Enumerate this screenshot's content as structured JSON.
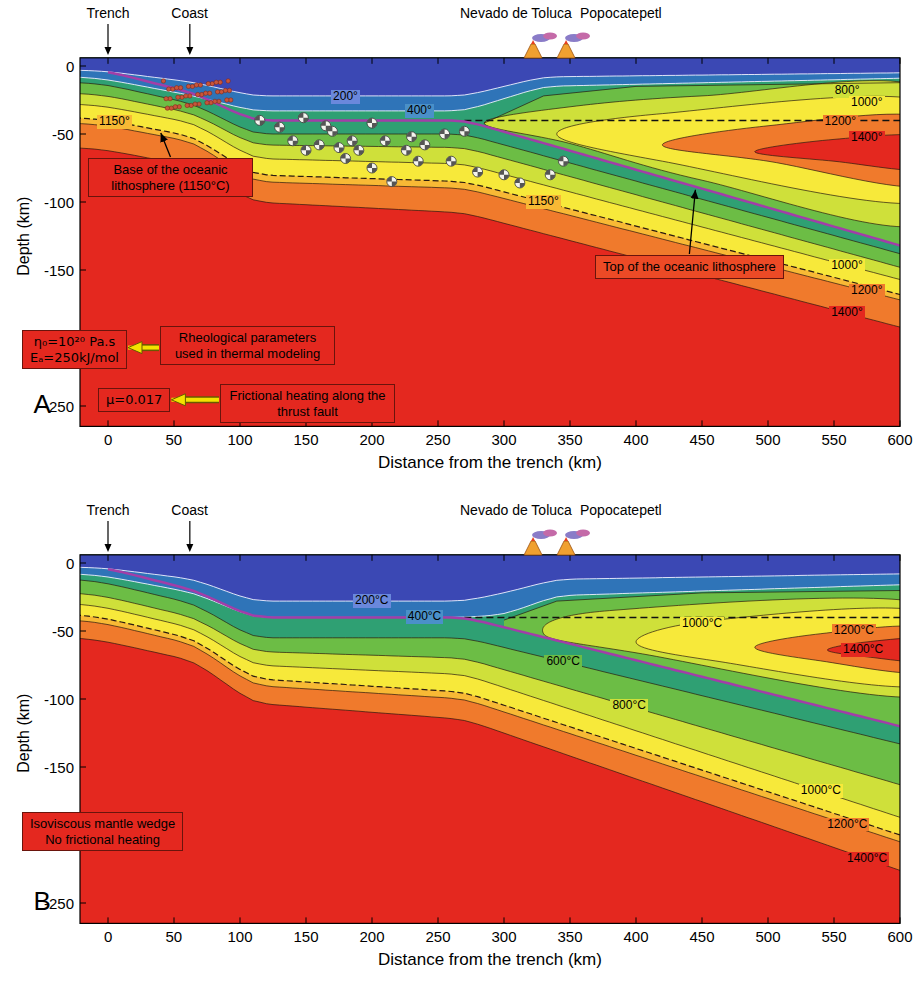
{
  "diagram": {
    "nodes": [
      {
        "text": [
          "Base of the oceanic lithosphere (1150°C)"
        ]
      },
      {
        "text": [
          "Top of the oceanic lithosphere"
        ]
      },
      {
        "text": [
          "η₀=10²⁰ Pa.s",
          "Eₐ=250kJ/mol"
        ]
      },
      {
        "text": [
          "Rheological parameters used in thermal modeling"
        ]
      },
      {
        "text": [
          "μ=0.017"
        ]
      },
      {
        "text": [
          "Frictional heating along the thrust fault"
        ]
      },
      {
        "text": [
          "Isoviscous mantle wedge",
          "No frictional heating"
        ]
      }
    ],
    "edges": [
      {
        "from": 3,
        "to": 2,
        "arrow": "to"
      },
      {
        "from": 5,
        "to": 4,
        "arrow": "to"
      }
    ],
    "labels": [
      "Trench",
      "Coast",
      "Nevado de Toluca",
      "Popocatepetl",
      "0",
      "-50",
      "-100",
      "-150",
      "-200",
      "-250",
      "Depth (km)",
      "0",
      "50",
      "100",
      "150",
      "200",
      "250",
      "300",
      "350",
      "400",
      "450",
      "500",
      "550",
      "600",
      "Distance from the trench (km)",
      "A",
      "200°",
      "400°",
      "800°",
      "1000°",
      "1200°",
      "1400°",
      "1150°",
      "1150°",
      "1000°",
      "1200°",
      "1400°",
      "Trench",
      "Coast",
      "Nevado de Toluca",
      "Popocatepetl",
      "0",
      "-50",
      "-100",
      "-150",
      "-200",
      "-250",
      "Depth (km)",
      "0",
      "50",
      "100",
      "150",
      "200",
      "250",
      "300",
      "350",
      "400",
      "450",
      "500",
      "550",
      "600",
      "Distance from the trench (km)",
      "B",
      "200°C",
      "400°C",
      "1000°C",
      "1200°C",
      "1400°C",
      "600°C",
      "800°C",
      "1000°C",
      "1200°C",
      "1400°C"
    ]
  }
}
